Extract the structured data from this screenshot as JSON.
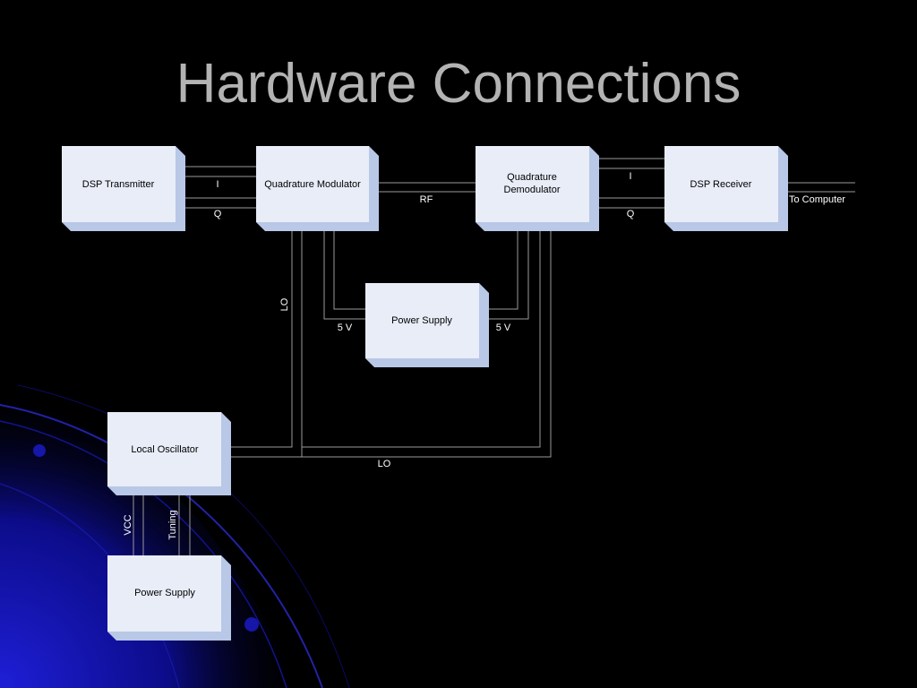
{
  "slide": {
    "title": "Hardware Connections"
  },
  "blocks": {
    "dsp_transmitter": "DSP Transmitter",
    "quad_modulator": "Quadrature Modulator",
    "quad_demodulator_line1": "Quadrature",
    "quad_demodulator_line2": "Demodulator",
    "dsp_receiver": "DSP Receiver",
    "power_supply_center": "Power Supply",
    "local_oscillator": "Local Oscillator",
    "power_supply_bottom": "Power Supply"
  },
  "signals": {
    "tx_i": "I",
    "tx_q": "Q",
    "rf": "RF",
    "rx_i": "I",
    "rx_q": "Q",
    "to_computer": "To Computer",
    "lo_vertical": "LO",
    "v5_left": "5 V",
    "v5_right": "5 V",
    "lo_horizontal": "LO",
    "vcc": "VCC",
    "tuning": "Tuning"
  },
  "colors": {
    "background": "#000000",
    "title": "#b3b3b3",
    "block_face": "#e8edf8",
    "block_edge": "#b8c8e6",
    "wire": "#9a9a9a",
    "swoosh": "#1a1ab4"
  }
}
